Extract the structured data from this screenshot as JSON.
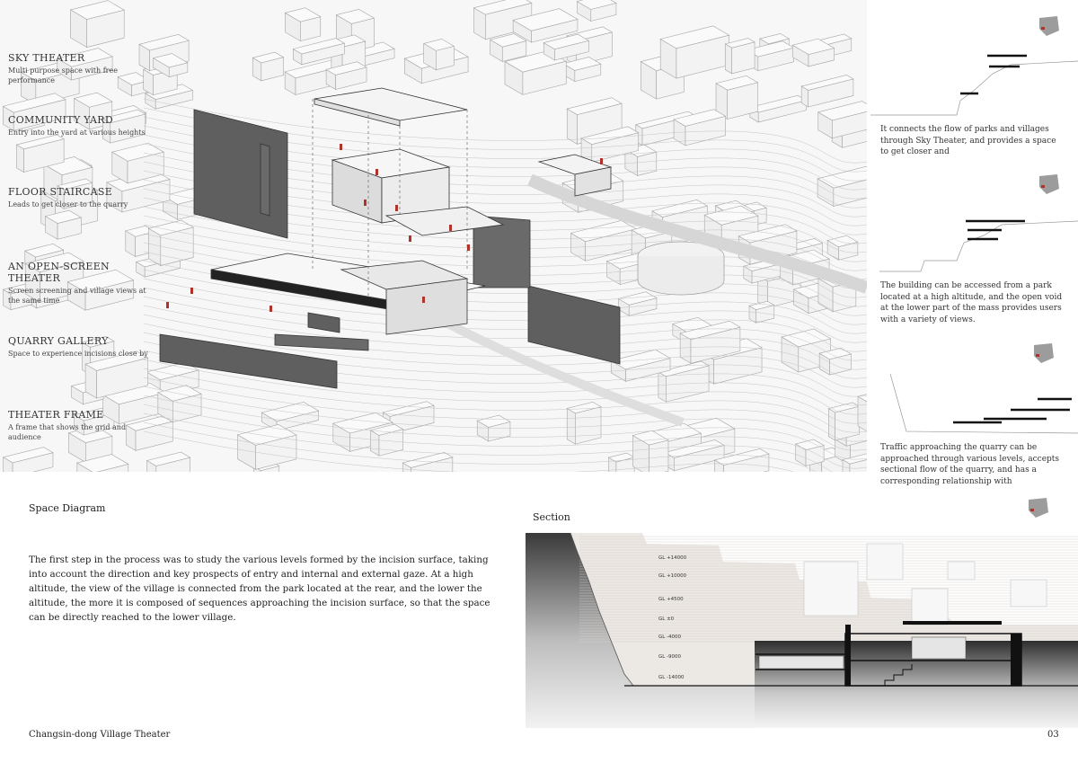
{
  "program_labels": [
    {
      "title": "SKY THEATER",
      "desc": "Multi purpose space with free performance"
    },
    {
      "title": "COMMUNITY YARD",
      "desc": "Entry into the yard at various heights"
    },
    {
      "title": "FLOOR STAIRCASE",
      "desc": "Leads to get closer to the quarry"
    },
    {
      "title": "AN OPEN-SCREEN THEATER",
      "desc": "Screen screening and village views at the same time"
    },
    {
      "title": "QUARRY  GALLERY",
      "desc": "Space to experience incisions close by"
    },
    {
      "title": "THEATER FRAME",
      "desc": "A frame that shows the grid and audience"
    }
  ],
  "side_notes": [
    "It connects the flow of parks and villages through Sky Theater, and provides a space to get closer and",
    "The building can be accessed from a park located at a high altitude, and the open void at the lower part of the mass provides users with a variety of views.",
    "Traffic approaching the quarry can be approached through various levels, accepts sectional flow of the quarry, and has a corresponding relationship with"
  ],
  "space_diagram": {
    "heading": "Space Diagram",
    "paragraph": "The first step in the process was to study the various levels formed by the incision surface, taking into account the direction and key prospects of entry and internal and external gaze. At a high altitude, the view of the village is connected from the park located at the rear, and the lower the altitude, the more it is composed of sequences approaching the incision surface, so that the space can be directly reached to the lower village."
  },
  "section": {
    "heading": "Section",
    "levels": [
      "GL +14000",
      "GL +10000",
      "GL +4500",
      "GL ±0",
      "GL -4000",
      "GL -9000",
      "GL -14000"
    ]
  },
  "footer": {
    "project_title": "Changsin-dong Village Theater",
    "page_number": "03"
  },
  "colors": {
    "mass_dark": "#5f5f5f",
    "accent_red": "#b0322a",
    "line_gray": "#9a9a9a",
    "ground_dark": "#2a2a2a"
  }
}
